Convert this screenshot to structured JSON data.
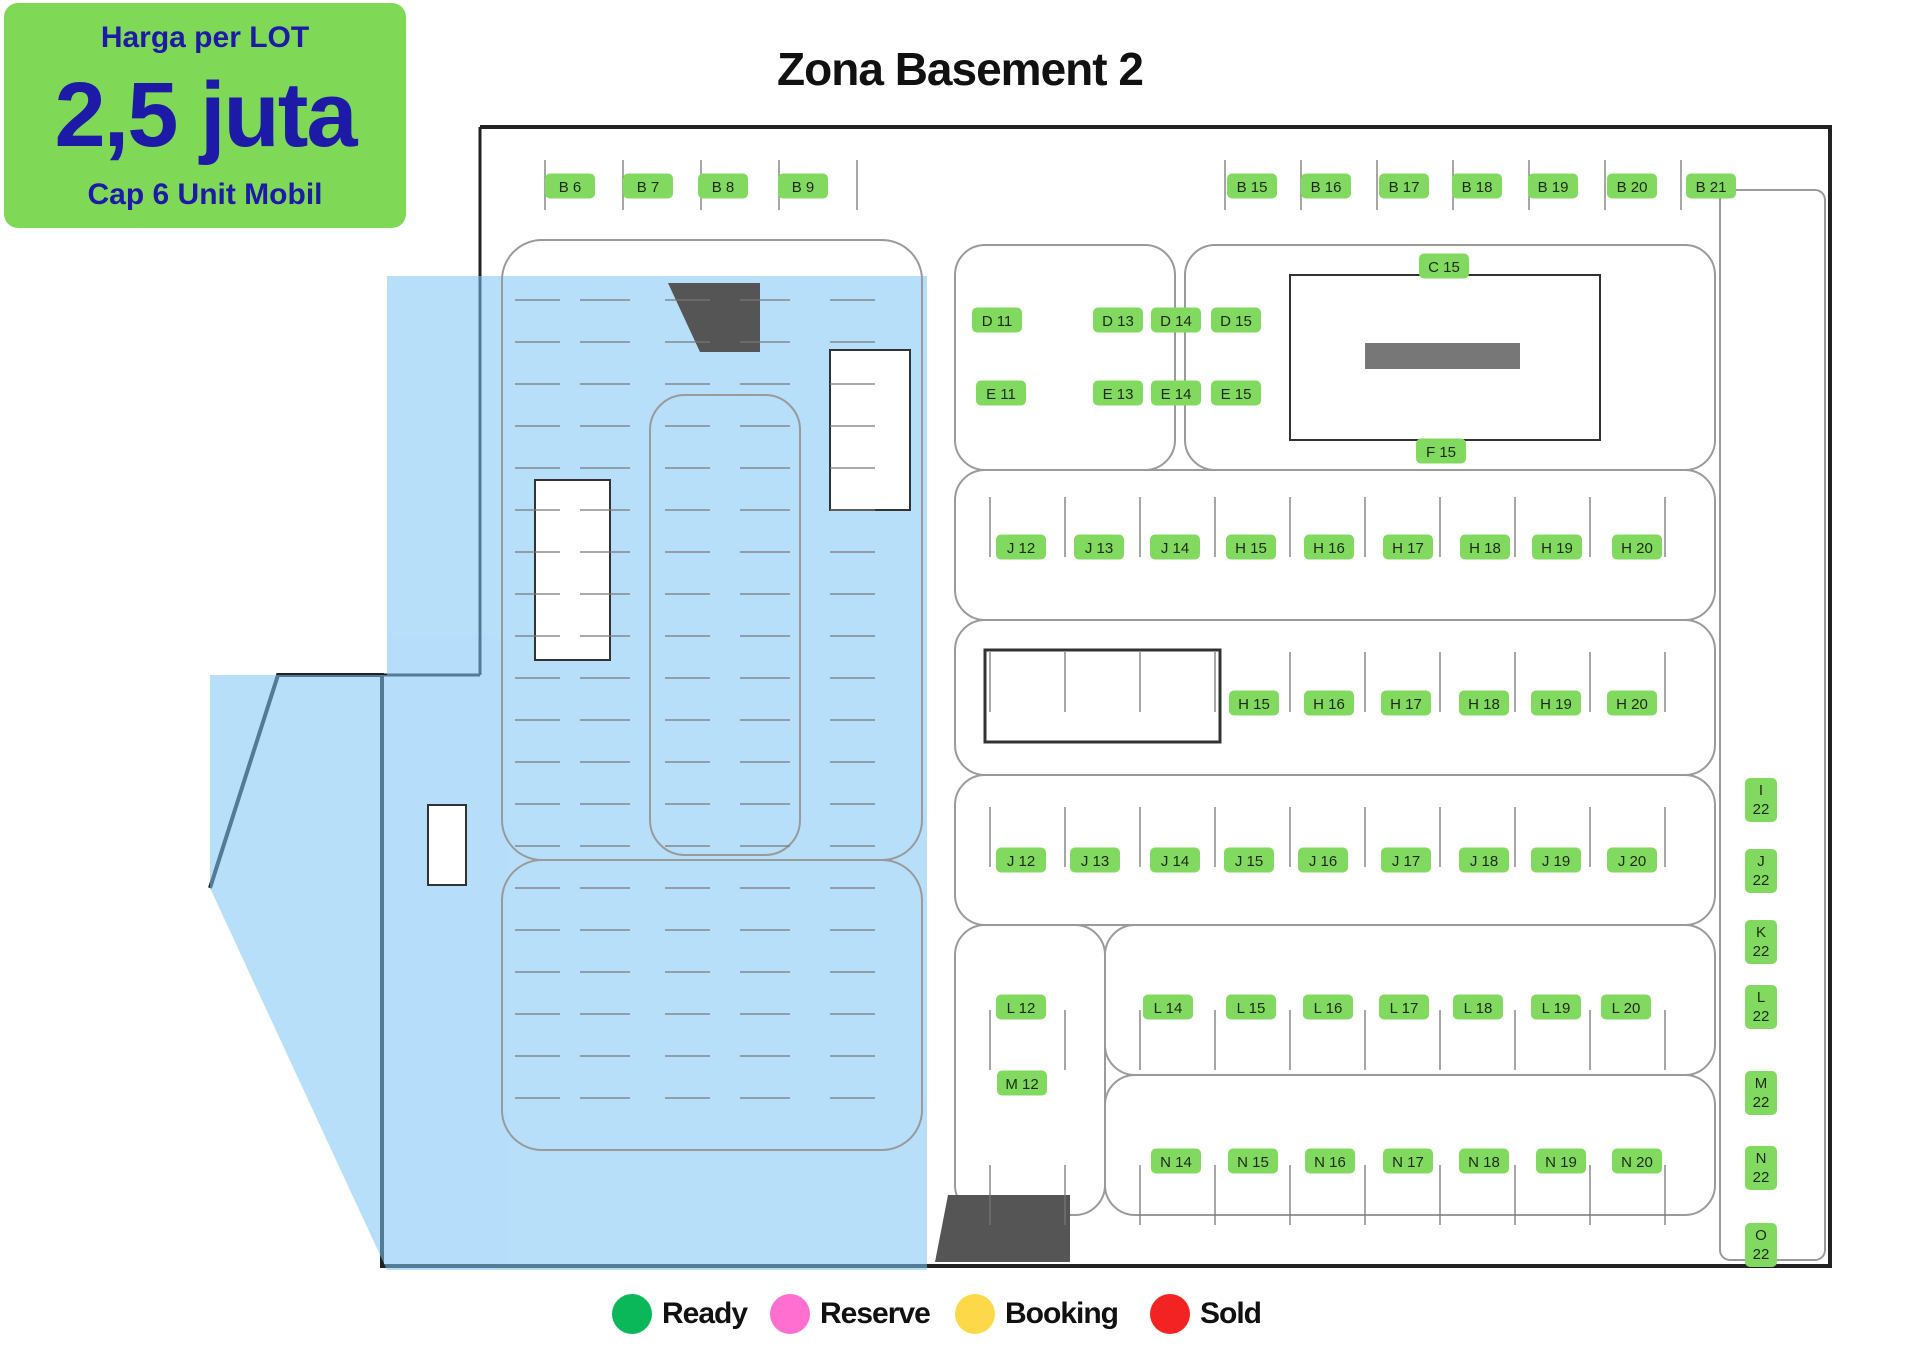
{
  "price_box": {
    "label": "Harga per LOT",
    "price": "2,5 juta",
    "capacity": "Cap 6 Unit Mobil"
  },
  "title": "Zona Basement 2",
  "colors": {
    "lot": "#82d95f",
    "lot_text": "#1e2a14",
    "zone": "#b3dcfb",
    "price_bg": "#7fd956",
    "price_text": "#1d1aa8"
  },
  "legend": [
    {
      "label": "Ready",
      "color": "#0ab85a"
    },
    {
      "label": "Reserve",
      "color": "#ff6fd0"
    },
    {
      "label": "Booking",
      "color": "#fdd94a"
    },
    {
      "label": "Sold",
      "color": "#f32323"
    }
  ],
  "lots": [
    "B 6",
    "B 7",
    "B 8",
    "B 9",
    "B 15",
    "B 16",
    "B 17",
    "B 18",
    "B 19",
    "B 20",
    "B 21",
    "C 15",
    "D 11",
    "D 13",
    "D 14",
    "D 15",
    "E 11",
    "E 13",
    "E 14",
    "E 15",
    "F 15",
    "J 12",
    "J 13",
    "J 14",
    "H 15",
    "H 16",
    "H 17",
    "H 18",
    "H 19",
    "H 20",
    "H 15",
    "H 16",
    "H 17",
    "H 18",
    "H 19",
    "H 20",
    "J 12",
    "J 13",
    "J 14",
    "J 15",
    "J 16",
    "J 17",
    "J 18",
    "J 19",
    "J 20",
    "L 12",
    "L 14",
    "L 15",
    "L 16",
    "L 17",
    "L 18",
    "L 19",
    "L 20",
    "M 12",
    "N 14",
    "N 15",
    "N 16",
    "N 17",
    "N 18",
    "N 19",
    "N 20",
    "I 22",
    "J 22",
    "K 22",
    "L 22",
    "M 22",
    "N 22",
    "O 22"
  ]
}
